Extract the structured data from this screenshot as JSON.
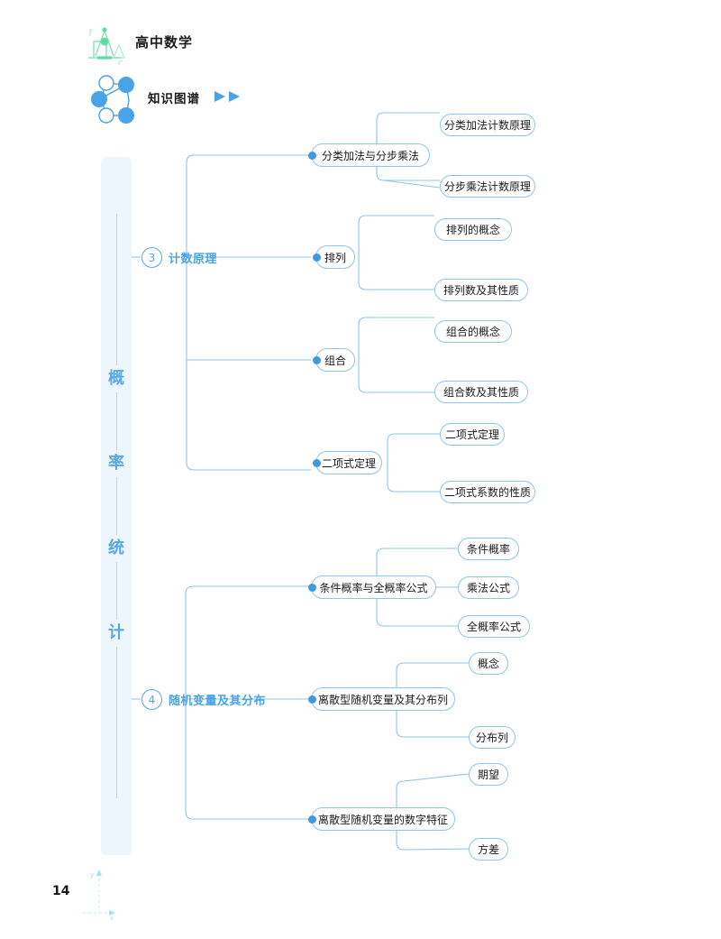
{
  "header": {
    "logo_icon": "compass-geometry-icon",
    "brand_title": "高中数学",
    "graph_icon": "knowledge-graph-icon",
    "section_title": "知识图谱",
    "arrows_icon": "double-play-arrow-icon"
  },
  "sidebar": {
    "chars": [
      "概",
      "率",
      "统",
      "计"
    ]
  },
  "sections": [
    {
      "number": "3",
      "label": "计数原理",
      "branches": [
        {
          "label": "分类加法与分步乘法",
          "children": [
            "分类加法计数原理",
            "分步乘法计数原理"
          ]
        },
        {
          "label": "排列",
          "children": [
            "排列的概念",
            "排列数及其性质"
          ]
        },
        {
          "label": "组合",
          "children": [
            "组合的概念",
            "组合数及其性质"
          ]
        },
        {
          "label": "二项式定理",
          "children": [
            "二项式定理",
            "二项式系数的性质"
          ]
        }
      ]
    },
    {
      "number": "4",
      "label": "随机变量及其分布",
      "branches": [
        {
          "label": "条件概率与全概率公式",
          "children": [
            "条件概率",
            "乘法公式",
            "全概率公式"
          ]
        },
        {
          "label": "离散型随机变量及其分布列",
          "children": [
            "概念",
            "分布列"
          ]
        },
        {
          "label": "离散型随机变量的数字特征",
          "children": [
            "期望",
            "方差"
          ]
        }
      ]
    }
  ],
  "footer": {
    "page_number": "14",
    "axis_decoration": "coordinate-axis-icon"
  },
  "colors": {
    "line": "#8fc5ea",
    "accent": "#4aa3e8",
    "dot": "#3d9ae0",
    "sidebar_bg": "#eef6fd",
    "logo_green": "#6fdfa8"
  }
}
